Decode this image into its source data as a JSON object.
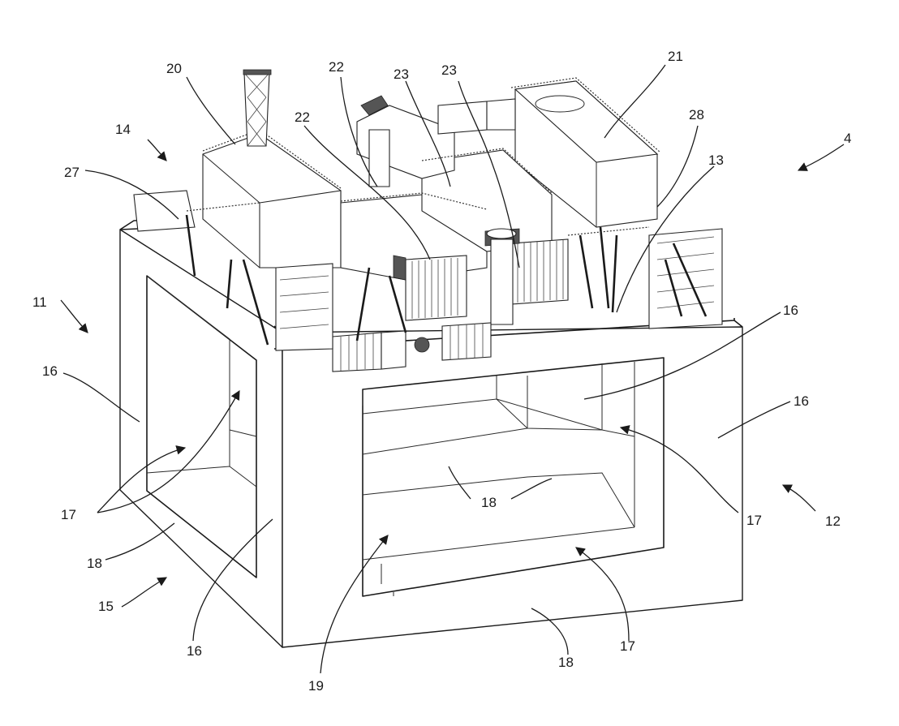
{
  "figure": {
    "reference_numerals": {
      "n4": "4",
      "n11": "11",
      "n12": "12",
      "n13": "13",
      "n14": "14",
      "n15": "15",
      "n16a": "16",
      "n16b": "16",
      "n16c": "16",
      "n16d": "16",
      "n17a": "17",
      "n17b": "17",
      "n17c": "17",
      "n18a": "18",
      "n18b": "18",
      "n18c": "18",
      "n19": "19",
      "n20": "20",
      "n21": "21",
      "n22a": "22",
      "n22b": "22",
      "n23a": "23",
      "n23b": "23",
      "n27": "27",
      "n28": "28"
    }
  }
}
